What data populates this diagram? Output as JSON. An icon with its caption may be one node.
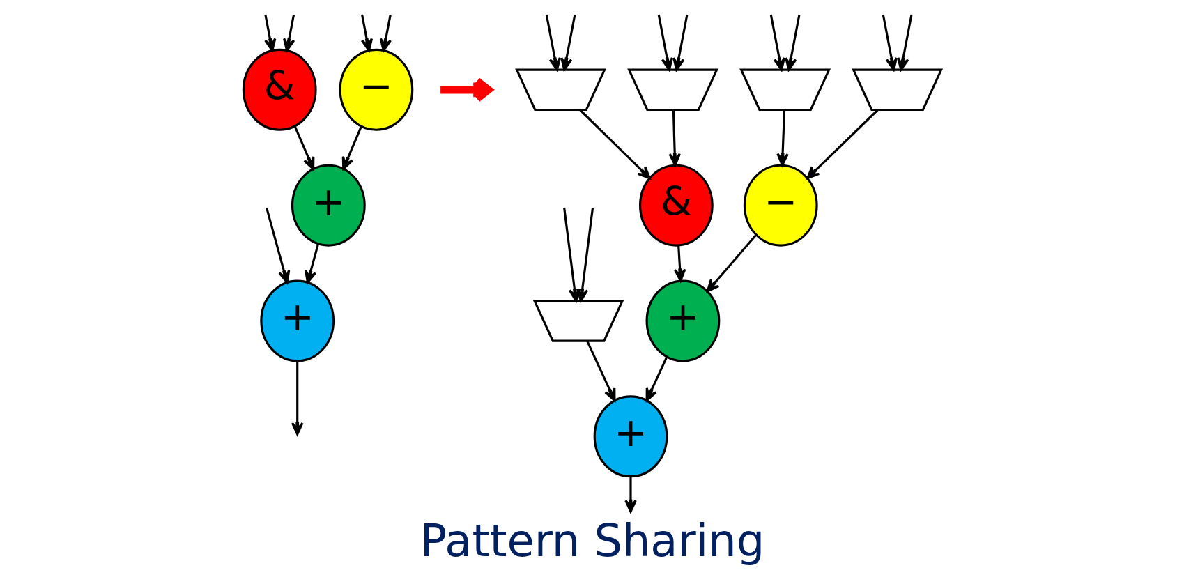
{
  "diagram": {
    "title": "Pattern Sharing",
    "nodes": [
      {
        "text": [
          "&"
        ]
      },
      {
        "text": [
          "−"
        ]
      },
      {
        "text": [
          "+"
        ]
      },
      {
        "text": [
          "+"
        ]
      },
      {
        "text": [],
        "shape": "trapezoid"
      },
      {
        "text": [],
        "shape": "trapezoid"
      },
      {
        "text": [],
        "shape": "trapezoid"
      },
      {
        "text": [],
        "shape": "trapezoid"
      },
      {
        "text": [
          "&"
        ]
      },
      {
        "text": [
          "−"
        ]
      },
      {
        "text": [],
        "shape": "trapezoid"
      },
      {
        "text": [
          "+"
        ]
      },
      {
        "text": [
          "+"
        ]
      }
    ],
    "edges": [
      {
        "from": null,
        "to": 0,
        "arrow": "to"
      },
      {
        "from": null,
        "to": 0,
        "arrow": "to"
      },
      {
        "from": null,
        "to": 1,
        "arrow": "to"
      },
      {
        "from": null,
        "to": 1,
        "arrow": "to"
      },
      {
        "from": 0,
        "to": 2,
        "arrow": "to"
      },
      {
        "from": 1,
        "to": 2,
        "arrow": "to"
      },
      {
        "from": 2,
        "to": 3,
        "arrow": "to"
      },
      {
        "from": null,
        "to": 3,
        "arrow": "to"
      },
      {
        "from": 3,
        "to": null,
        "arrow": "to"
      },
      {
        "from": null,
        "to": 4,
        "arrow": "to"
      },
      {
        "from": null,
        "to": 4,
        "arrow": "to"
      },
      {
        "from": null,
        "to": 5,
        "arrow": "to"
      },
      {
        "from": null,
        "to": 5,
        "arrow": "to"
      },
      {
        "from": null,
        "to": 6,
        "arrow": "to"
      },
      {
        "from": null,
        "to": 6,
        "arrow": "to"
      },
      {
        "from": null,
        "to": 7,
        "arrow": "to"
      },
      {
        "from": null,
        "to": 7,
        "arrow": "to"
      },
      {
        "from": 4,
        "to": 8,
        "arrow": "to"
      },
      {
        "from": 5,
        "to": 8,
        "arrow": "to"
      },
      {
        "from": 6,
        "to": 9,
        "arrow": "to"
      },
      {
        "from": 7,
        "to": 9,
        "arrow": "to"
      },
      {
        "from": null,
        "to": 10,
        "arrow": "to"
      },
      {
        "from": null,
        "to": 10,
        "arrow": "to"
      },
      {
        "from": 8,
        "to": 11,
        "arrow": "to"
      },
      {
        "from": 9,
        "to": 11,
        "arrow": "to"
      },
      {
        "from": 11,
        "to": 12,
        "arrow": "to"
      },
      {
        "from": 10,
        "to": 12,
        "arrow": "to"
      },
      {
        "from": 12,
        "to": null,
        "arrow": "to"
      }
    ]
  }
}
